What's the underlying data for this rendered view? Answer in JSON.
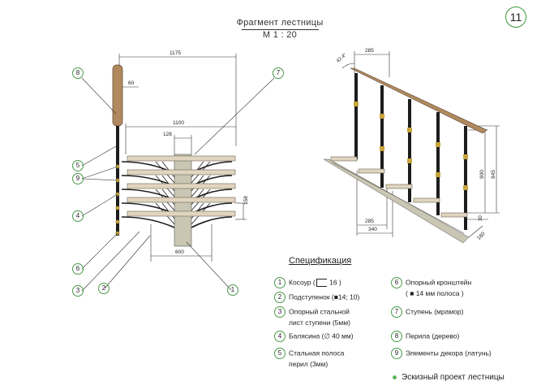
{
  "header": {
    "title": "Фрагмент  лестницы",
    "scale": "М  1 : 20",
    "page_number": "11"
  },
  "left_view": {
    "dims": {
      "overall_width": "1175",
      "handrail_offset": "60",
      "step_width": "1100",
      "support_width": "128",
      "step_spacing": "158",
      "bottom_width": "600"
    },
    "callouts": [
      "8",
      "7",
      "5",
      "9",
      "4",
      "6",
      "3",
      "2",
      "1"
    ]
  },
  "right_view": {
    "dims": {
      "top_tread": "285",
      "angle": "42.4°",
      "bottom_tread": "285",
      "bottom_total": "340",
      "rail_height": "900",
      "total_height": "945",
      "end_height": "30",
      "riser_depth": "160"
    }
  },
  "spec": {
    "title": "Спецификация",
    "items": [
      {
        "num": "1",
        "text": "Косоур (",
        "tail": " 16 )"
      },
      {
        "num": "2",
        "text": "Подступенок (■14; 10)",
        "tail": ""
      },
      {
        "num": "3",
        "text": "Опорный стальной",
        "text2": "лист  ступени  (5мм)"
      },
      {
        "num": "4",
        "text": "Балясина (∅ 40 мм)"
      },
      {
        "num": "5",
        "text": "Стальная  полоса",
        "text2": "перил  (3мм)"
      },
      {
        "num": "6",
        "text": "Опорный кронштейн",
        "text2": "( ■ 14 мм  полоса  )"
      },
      {
        "num": "7",
        "text": "Ступень (мрамор)"
      },
      {
        "num": "8",
        "text": "Перила  (дерево)"
      },
      {
        "num": "9",
        "text": "Элементы декора  (латунь)"
      }
    ]
  },
  "footer": {
    "text": "Эскизный  проект  лестницы"
  },
  "colors": {
    "callout_green": "#4a9a4a",
    "wood": "#b08a5e",
    "marble": "#e0d5bf",
    "column": "#c9c6b3",
    "steel": "#1c1c1c",
    "brass": "#c7a43c"
  }
}
